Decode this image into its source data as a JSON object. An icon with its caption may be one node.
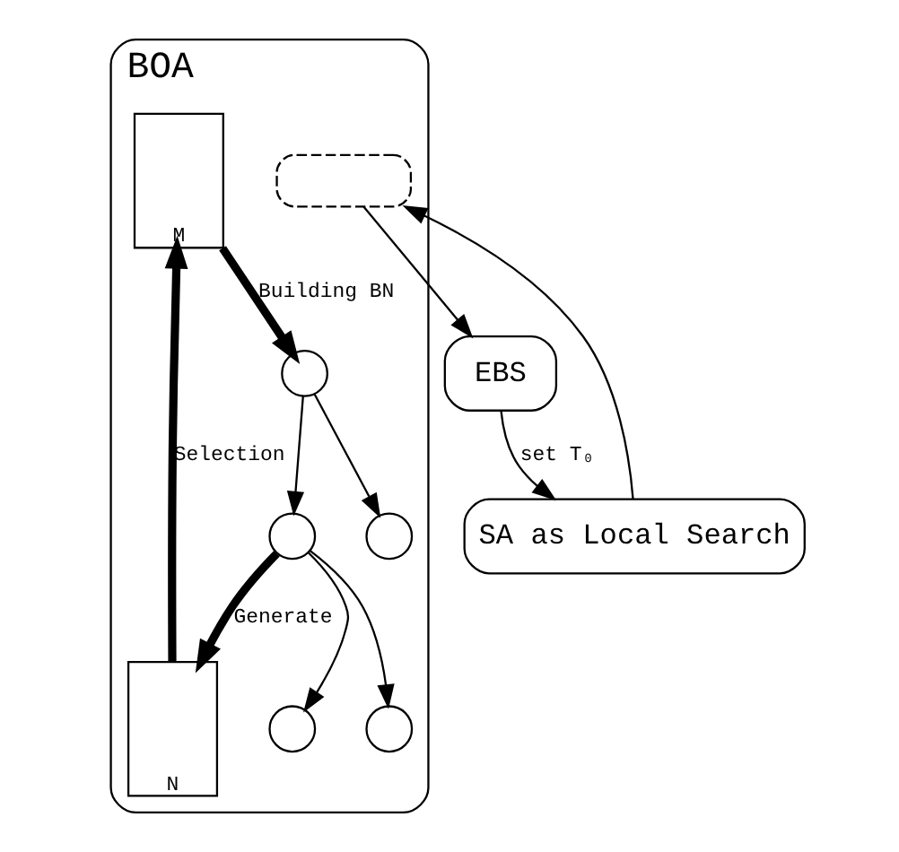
{
  "diagram": {
    "nodes": [
      {
        "text": [
          "BOA"
        ]
      },
      {
        "text": [
          "M"
        ],
        "in": 0
      },
      {
        "text": [],
        "shape": "circle",
        "in": 0
      },
      {
        "text": [],
        "shape": "circle",
        "in": 0
      },
      {
        "text": [],
        "shape": "circle",
        "in": 0
      },
      {
        "text": [],
        "shape": "circle",
        "in": 0
      },
      {
        "text": [],
        "shape": "circle",
        "in": 0
      },
      {
        "text": [
          "N"
        ],
        "in": 0
      },
      {
        "text": [],
        "shape": "box",
        "in": 0
      },
      {
        "text": [
          "EBS"
        ]
      },
      {
        "text": [
          "SA as Local Search"
        ]
      }
    ],
    "edges": [
      {
        "from": 1,
        "to": 2,
        "arrow": "to",
        "label": "Building BN",
        "style": "thick"
      },
      {
        "from": 2,
        "to": 3,
        "arrow": "to"
      },
      {
        "from": 2,
        "to": 4,
        "arrow": "to"
      },
      {
        "from": 4,
        "to": 5,
        "arrow": "to"
      },
      {
        "from": 4,
        "to": 6,
        "arrow": "to"
      },
      {
        "from": 4,
        "to": 7,
        "arrow": "to",
        "label": "Generate",
        "style": "thick"
      },
      {
        "from": 7,
        "to": 1,
        "arrow": "to",
        "label": "Selection",
        "style": "thick"
      },
      {
        "from": 8,
        "to": 9,
        "arrow": "to"
      },
      {
        "from": 9,
        "to": 10,
        "arrow": "to",
        "label": "set T₀"
      },
      {
        "from": 10,
        "to": 8,
        "arrow": "to"
      }
    ]
  }
}
